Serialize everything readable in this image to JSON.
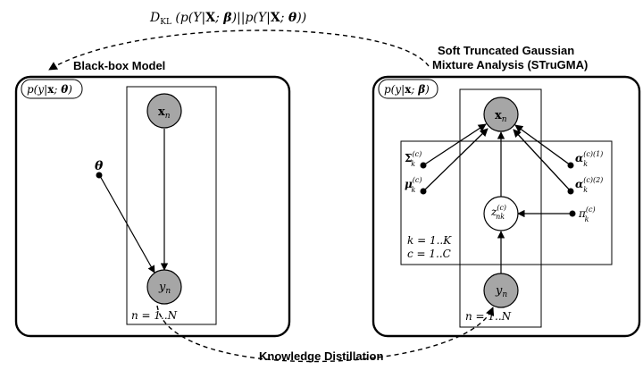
{
  "top_formula": "D_KL(p(Y|X;β)||p(Y|X;θ))",
  "left_panel": {
    "title": "Black-box Model",
    "badge": "p(y|x;θ)",
    "node_x": "x_n",
    "node_y": "y_n",
    "param_theta": "θ",
    "plate_label": "n = 1..N"
  },
  "right_panel": {
    "title_line1": "Soft Truncated Gaussian",
    "title_line2": "Mixture Analysis (STruGMA)",
    "badge": "p(y|x;β)",
    "node_x": "x_n",
    "node_y": "y_n",
    "node_z": "z_nk^(c)",
    "param_sigma": "Σ_k^(c)",
    "param_mu": "μ_k^(c)",
    "param_alpha1": "α_k^(c)(1)",
    "param_alpha2": "α_k^(c)(2)",
    "param_pi": "π_k^(c)",
    "inner_plate_k": "k = 1..K",
    "inner_plate_c": "c = 1..C",
    "plate_label": "n = 1..N"
  },
  "bottom_label": "Knowledge Distillation"
}
